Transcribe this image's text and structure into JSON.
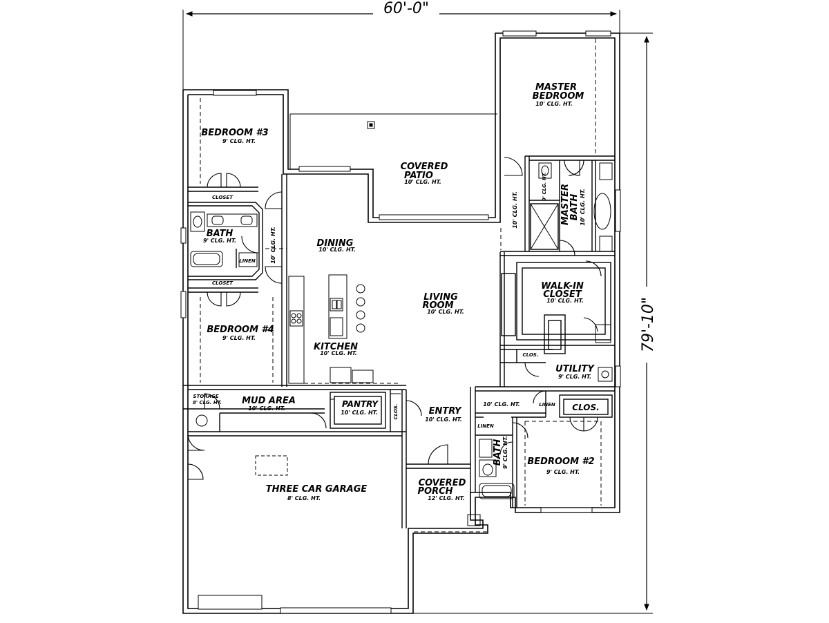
{
  "dimensions": {
    "width": "60'-0\"",
    "depth": "79'-10\""
  },
  "rooms": {
    "master_bedroom": {
      "name_1": "MASTER",
      "name_2": "BEDROOM",
      "height": "10' CLG. HT."
    },
    "covered_patio": {
      "name_1": "COVERED",
      "name_2": "PATIO",
      "height": "10' CLG. HT."
    },
    "bedroom3": {
      "name": "BEDROOM #3",
      "height": "9' CLG. HT."
    },
    "closet_top": {
      "name": "CLOSET"
    },
    "closet_bottom": {
      "name": "CLOSET"
    },
    "bath_left": {
      "name": "BATH",
      "height": "9' CLG. HT."
    },
    "hall_height": "10' CLG. HT.",
    "linen_left": "LINEN",
    "dining": {
      "name": "DINING",
      "height": "10' CLG. HT."
    },
    "living": {
      "name_1": "LIVING",
      "name_2": "ROOM",
      "height": "10' CLG. HT."
    },
    "kitchen": {
      "name": "KITCHEN",
      "height": "10' CLG. HT."
    },
    "bedroom4": {
      "name": "BEDROOM #4",
      "height": "9' CLG. HT."
    },
    "master_bath": {
      "name_1": "MASTER",
      "name_2": "BATH",
      "height": "10' CLG. HT."
    },
    "master_hall_height": "10' CLG. HT.",
    "wc_height": "9' CLG. HT.",
    "walkin_closet": {
      "name_1": "WALK-IN",
      "name_2": "CLOSET",
      "height": "10' CLG. HT."
    },
    "clos_small": "CLOS.",
    "utility": {
      "name": "UTILITY",
      "height": "9' CLG. HT."
    },
    "storage": {
      "name": "STORAGE",
      "height": "8' CLG. HT."
    },
    "mud_area": {
      "name": "MUD AREA",
      "height": "10' CLG. HT."
    },
    "pantry": {
      "name": "PANTRY",
      "height": "10' CLG. HT."
    },
    "clos_entry": "CLOS.",
    "entry": {
      "name": "ENTRY",
      "height": "10' CLG. HT."
    },
    "hall_right_height": "10' CLG. HT.",
    "linen_right": "LINEN",
    "clos_bed2": "CLOS.",
    "linen_bath2": "LINEN",
    "bath2": {
      "name": "BATH",
      "height": "9' CLG. HT."
    },
    "bedroom2": {
      "name": "BEDROOM #2",
      "height": "9' CLG. HT."
    },
    "garage": {
      "name": "THREE CAR GARAGE",
      "height": "8' CLG. HT."
    },
    "covered_porch": {
      "name_1": "COVERED",
      "name_2": "PORCH",
      "height": "12' CLG. HT."
    }
  }
}
